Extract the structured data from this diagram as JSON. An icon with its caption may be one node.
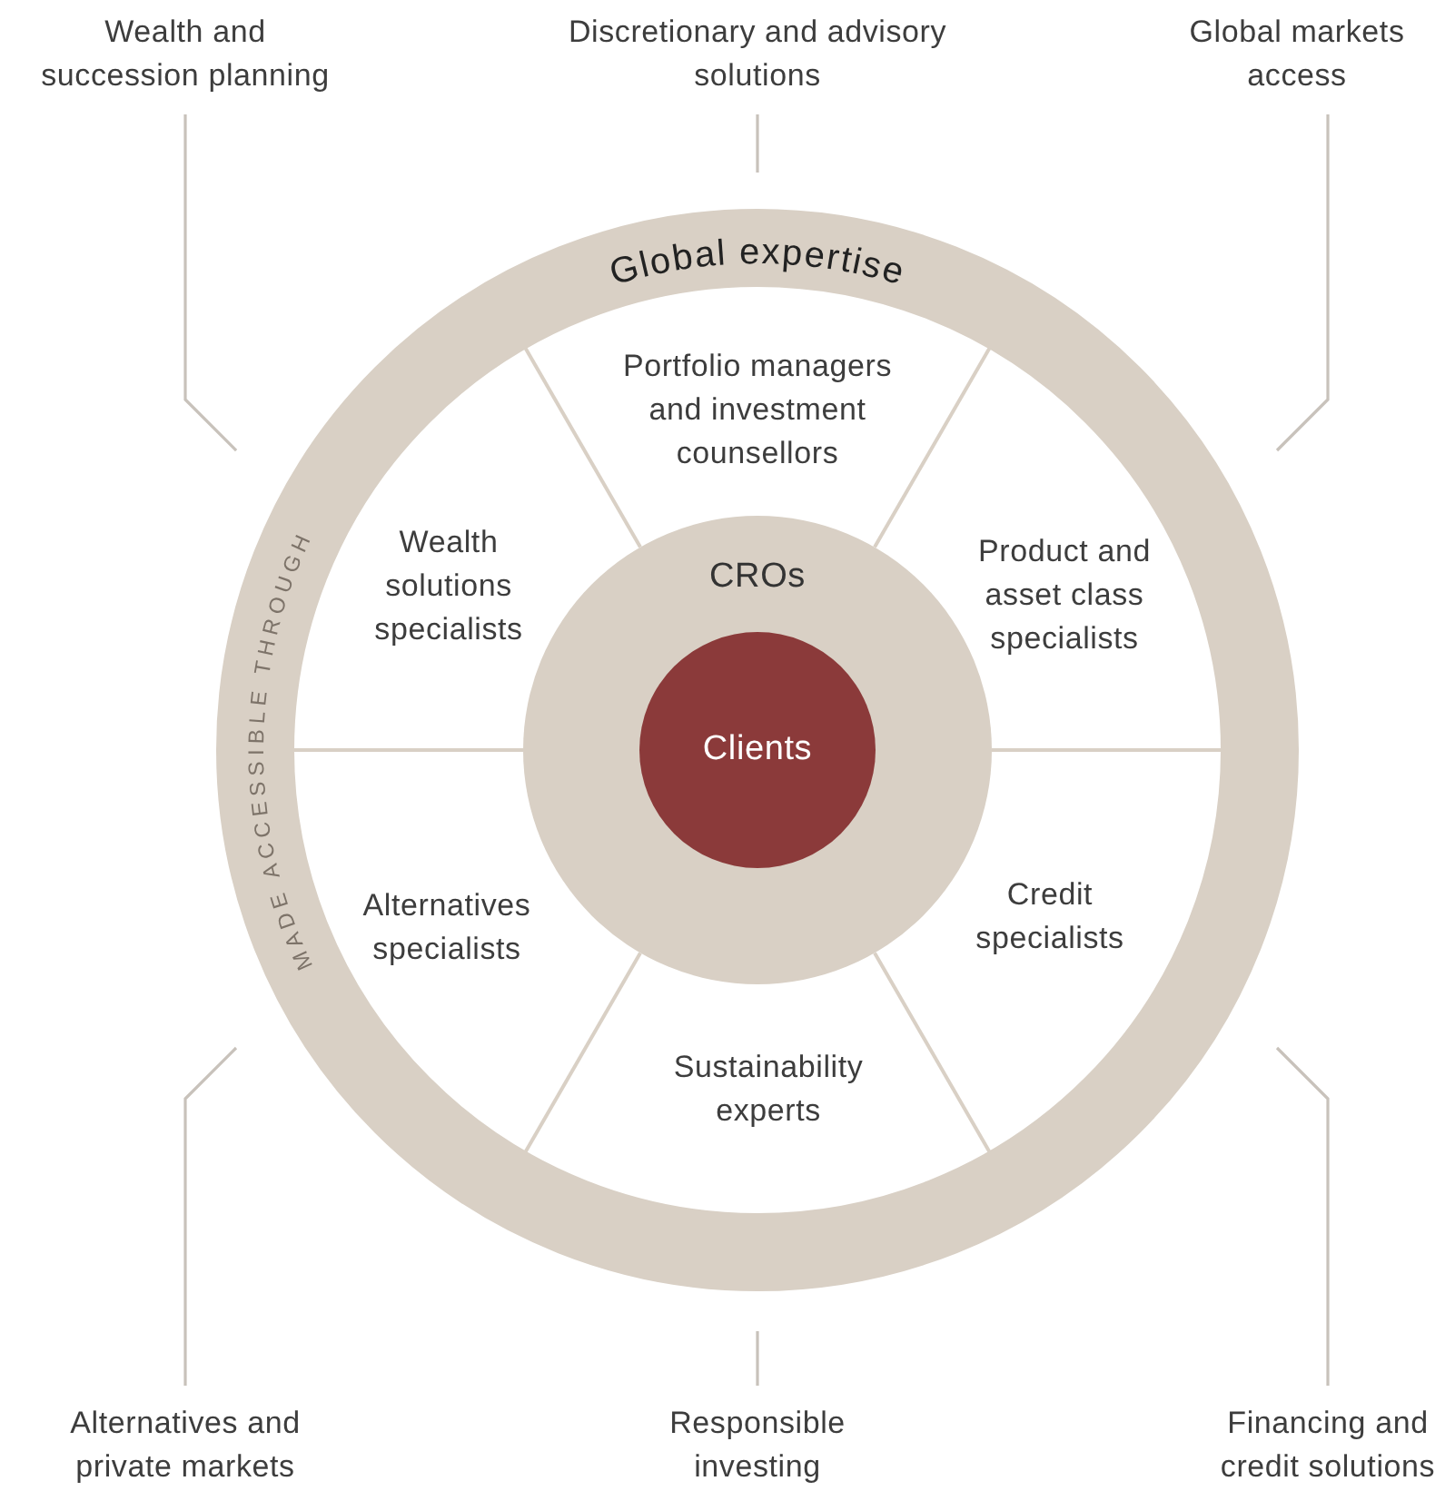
{
  "diagram": {
    "nodes": [
      {
        "text": [
          "Global expertise",
          "MADE ACCESSIBLE THROUGH"
        ]
      },
      {
        "text": [
          "Portfolio managers and investment counsellors"
        ],
        "in": 0
      },
      {
        "text": [
          "Product and asset class specialists"
        ],
        "in": 0
      },
      {
        "text": [
          "Credit specialists"
        ],
        "in": 0
      },
      {
        "text": [
          "Sustainability experts"
        ],
        "in": 0
      },
      {
        "text": [
          "Alternatives specialists"
        ],
        "in": 0
      },
      {
        "text": [
          "Wealth solutions specialists"
        ],
        "in": 0
      },
      {
        "text": [
          "CROs"
        ],
        "in": 0
      },
      {
        "text": [
          "Clients"
        ],
        "in": 7
      },
      {
        "text": [
          "Wealth and succession planning"
        ]
      },
      {
        "text": [
          "Discretionary and advisory solutions"
        ]
      },
      {
        "text": [
          "Global markets access"
        ]
      },
      {
        "text": [
          "Alternatives and private markets"
        ]
      },
      {
        "text": [
          "Responsible investing"
        ]
      },
      {
        "text": [
          "Financing and credit solutions"
        ]
      }
    ],
    "edges": [
      {
        "from": 9,
        "to": 0,
        "arrow": "none"
      },
      {
        "from": 10,
        "to": 0,
        "arrow": "none"
      },
      {
        "from": 11,
        "to": 0,
        "arrow": "none"
      },
      {
        "from": 12,
        "to": 0,
        "arrow": "none"
      },
      {
        "from": 13,
        "to": 0,
        "arrow": "none"
      },
      {
        "from": 14,
        "to": 0,
        "arrow": "none"
      }
    ]
  }
}
